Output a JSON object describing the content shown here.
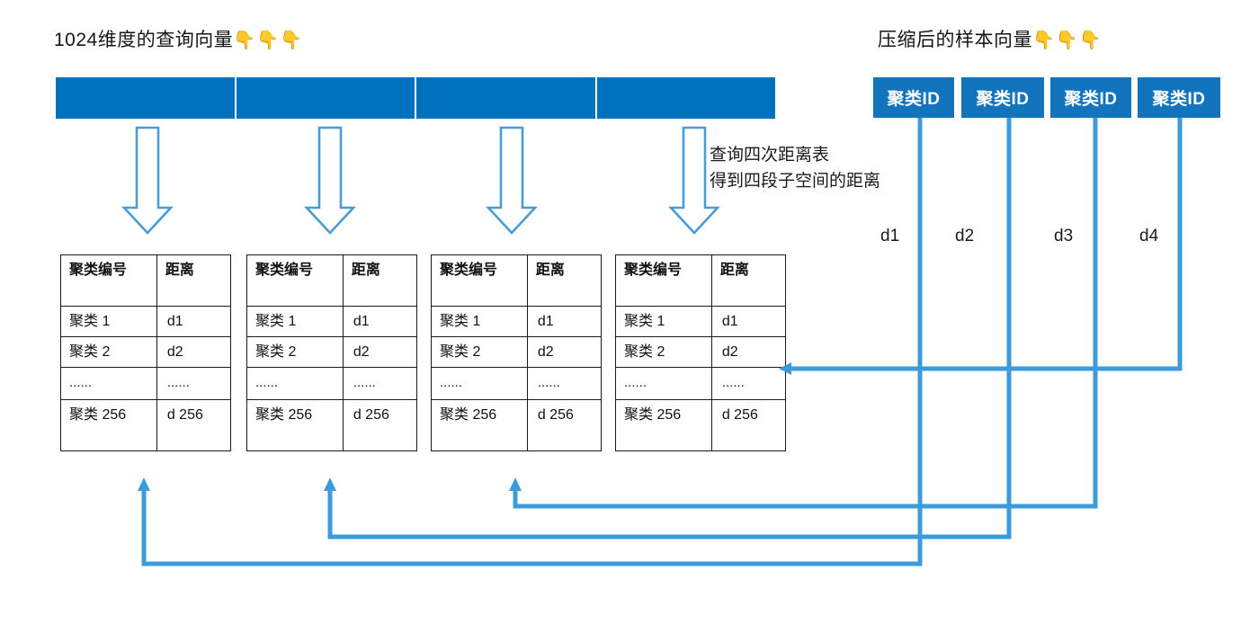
{
  "left_section": {
    "title": "1024维度的查询向量",
    "title_emoji": "👇👇👇",
    "query_vector_segments": [
      "",
      "",
      "",
      ""
    ]
  },
  "right_section": {
    "title": "压缩后的样本向量",
    "title_emoji": "👇👇👇",
    "cluster_id_boxes": [
      {
        "label": "聚类ID",
        "distance_label": "d1"
      },
      {
        "label": "聚类ID",
        "distance_label": "d2"
      },
      {
        "label": "聚类ID",
        "distance_label": "d3"
      },
      {
        "label": "聚类ID",
        "distance_label": "d4"
      }
    ]
  },
  "annotation": {
    "line1": "查询四次距离表",
    "line2": "得到四段子空间的距离"
  },
  "distance_tables": {
    "count": 4,
    "headers": [
      "聚类编号",
      "距离"
    ],
    "rows": [
      {
        "cluster": "聚类 1",
        "distance": "d1"
      },
      {
        "cluster": "聚类 2",
        "distance": "d2"
      },
      {
        "cluster": "......",
        "distance": "......"
      },
      {
        "cluster": "聚类 256",
        "distance": "d 256"
      }
    ]
  },
  "colors": {
    "query_bar_blue": "#0071BC",
    "cluster_box_blue": "#1274BC",
    "connector_blue": "#3C9BDB",
    "arrow_outline_blue": "#4A9CD6",
    "table_border": "#1a1a1a",
    "text": "#161616"
  }
}
